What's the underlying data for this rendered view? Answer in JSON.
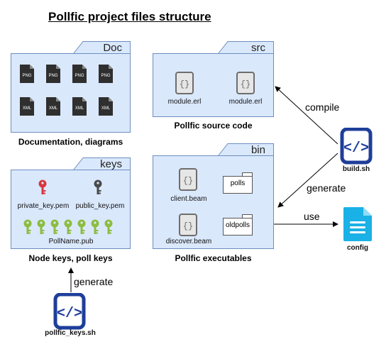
{
  "title": "Pollfic project files structure",
  "folders": {
    "doc": {
      "tab": "Doc",
      "caption": "Documentation, diagrams",
      "files": [
        "PNG",
        "PNG",
        "PNG",
        "PNG",
        "XML",
        "XML",
        "XML",
        "XML"
      ]
    },
    "src": {
      "tab": "src",
      "caption": "Pollfic source code",
      "files": [
        "module.erl",
        "module.erl"
      ]
    },
    "keys": {
      "tab": "keys",
      "caption": "Node keys, poll keys",
      "private_key": "private_key.pem",
      "public_key": "public_key.pem",
      "poll_keys": "PollName.pub"
    },
    "bin": {
      "tab": "bin",
      "caption": "Pollfic executables",
      "client": "client.beam",
      "discover": "discover.beam",
      "polls": "polls",
      "oldpolls": "oldpolls"
    }
  },
  "scripts": {
    "build": "build.sh",
    "pollfic_keys": "pollfic_keys.sh",
    "config": "config"
  },
  "edges": {
    "compile": "compile",
    "generate_bin": "generate",
    "use": "use",
    "generate_keys": "generate"
  },
  "colors": {
    "folder_fill": "#dae8fc",
    "folder_stroke": "#6c8ebf",
    "script_blue": "#1f3e9a",
    "config_cyan": "#1ab1e6",
    "key_red": "#d9363e",
    "key_dark": "#4a4a4a",
    "key_green": "#8cbd3f",
    "file_dark": "#2f2f2f"
  }
}
